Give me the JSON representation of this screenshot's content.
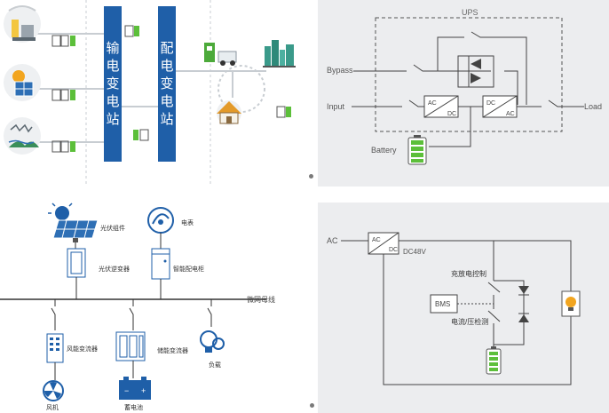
{
  "panel_transmission": {
    "transmission_label": "输电变电站",
    "distribution_label": "配电变电站",
    "colors": {
      "station": "#1f5fa8",
      "line": "#c8cdd2",
      "battery": "#5cbf3a"
    }
  },
  "panel_ups": {
    "ups_label": "UPS",
    "bypass_label": "Bypass",
    "input_label": "Input",
    "load_label": "Load",
    "battery_label": "Battery",
    "converter1_top": "AC",
    "converter1_bottom": "DC",
    "converter2_top": "DC",
    "converter2_bottom": "AC"
  },
  "panel_microgrid": {
    "pv_module": "光伏组件",
    "pv_inverter": "光伏逆变器",
    "meter": "电表",
    "smart_cabinet": "智能配电柜",
    "bus": "微网母线",
    "wind_converter": "风能变流器",
    "storage_converter": "储能变流器",
    "load": "负载",
    "wind_turbine": "风机",
    "storage_battery": "蓄电池"
  },
  "panel_dc48": {
    "ac_label": "AC",
    "rect_top": "AC",
    "rect_bottom": "DC",
    "dc48_label": "DC48V",
    "charge_ctrl": "充放电控制",
    "bms": "BMS",
    "detect": "电流/压检测"
  }
}
